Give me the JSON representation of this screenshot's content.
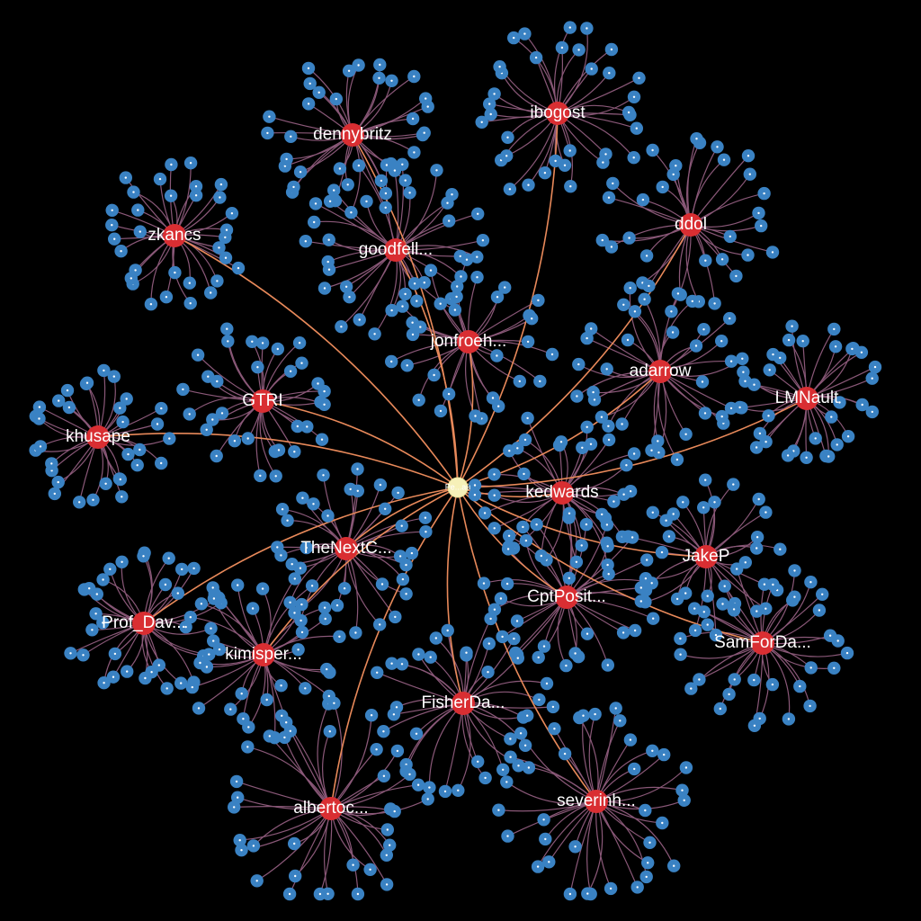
{
  "colors": {
    "background": "#000000",
    "hub_node": "#d92e32",
    "leaf_node": "#3a82c3",
    "center_node": "#f6f0b8",
    "main_edge": "#e8895a",
    "leaf_edge": "#8a5878"
  },
  "center": {
    "label": "Pe...au"
  },
  "hubs": [
    {
      "label": "dennybritz",
      "leaves": 34
    },
    {
      "label": "ibogost",
      "leaves": 34
    },
    {
      "label": "zkancs",
      "leaves": 32
    },
    {
      "label": "goodfell...",
      "leaves": 36
    },
    {
      "label": "ddol",
      "leaves": 32
    },
    {
      "label": "jonfroeh...",
      "leaves": 30
    },
    {
      "label": "adarrow",
      "leaves": 34
    },
    {
      "label": "LMNault",
      "leaves": 34
    },
    {
      "label": "GTRI",
      "leaves": 32
    },
    {
      "label": "khusape",
      "leaves": 32
    },
    {
      "label": "kedwards",
      "leaves": 34
    },
    {
      "label": "TheNextC...",
      "leaves": 34
    },
    {
      "label": "JakeP",
      "leaves": 30
    },
    {
      "label": "CptPosit...",
      "leaves": 34
    },
    {
      "label": "Prof_Dav...",
      "leaves": 34
    },
    {
      "label": "kimisper...",
      "leaves": 34
    },
    {
      "label": "SamForDa...",
      "leaves": 34
    },
    {
      "label": "FisherDa...",
      "leaves": 34
    },
    {
      "label": "severinh...",
      "leaves": 36
    },
    {
      "label": "albertoc...",
      "leaves": 36
    }
  ]
}
